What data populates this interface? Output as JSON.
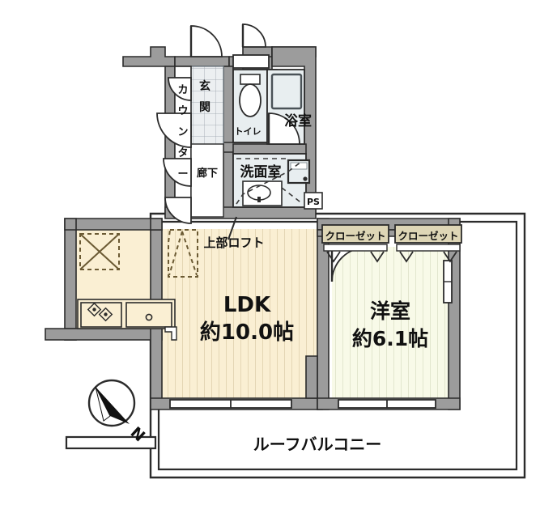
{
  "document": {
    "type": "floor-plan",
    "title": "間取り図",
    "background_color": "#ffffff",
    "wall_color": "#9c9c9c",
    "wall_outline_color": "#2b2b2b",
    "ldk_floor_color": "#faefd3",
    "bedroom_floor_color": "#f8fae8",
    "wet_room_color": "#e8eef0",
    "closet_label_color": "#ded6b6",
    "hatch_color": "#b9ab86"
  },
  "rooms": {
    "ldk": {
      "name": "LDK",
      "area": "約10.0帖"
    },
    "bedroom": {
      "name": "洋室",
      "area": "約6.1帖"
    },
    "entrance": {
      "name": "玄関"
    },
    "counter": {
      "name": "カウンター"
    },
    "hallway": {
      "name": "廊下"
    },
    "toilet": {
      "name": "トイレ"
    },
    "bath": {
      "name": "浴室"
    },
    "washroom": {
      "name": "洗面室"
    },
    "pipe_shaft": {
      "name": "PS"
    },
    "loft": {
      "name": "上部ロフト"
    },
    "balcony": {
      "name": "ルーフバルコニー"
    }
  },
  "closets": [
    {
      "name": "クローゼット"
    },
    {
      "name": "クローゼット"
    }
  ],
  "compass": {
    "label": "N",
    "direction": "north-up-left"
  },
  "fixtures": {
    "stove": "gas-stove-2-burner",
    "sink": "kitchen-sink",
    "toilet_bowl": "toilet-fixture",
    "bathtub": "bathtub",
    "vanity": "vanity-basin",
    "washer": "washing-machine-space",
    "refrigerator": "refrigerator-space"
  }
}
